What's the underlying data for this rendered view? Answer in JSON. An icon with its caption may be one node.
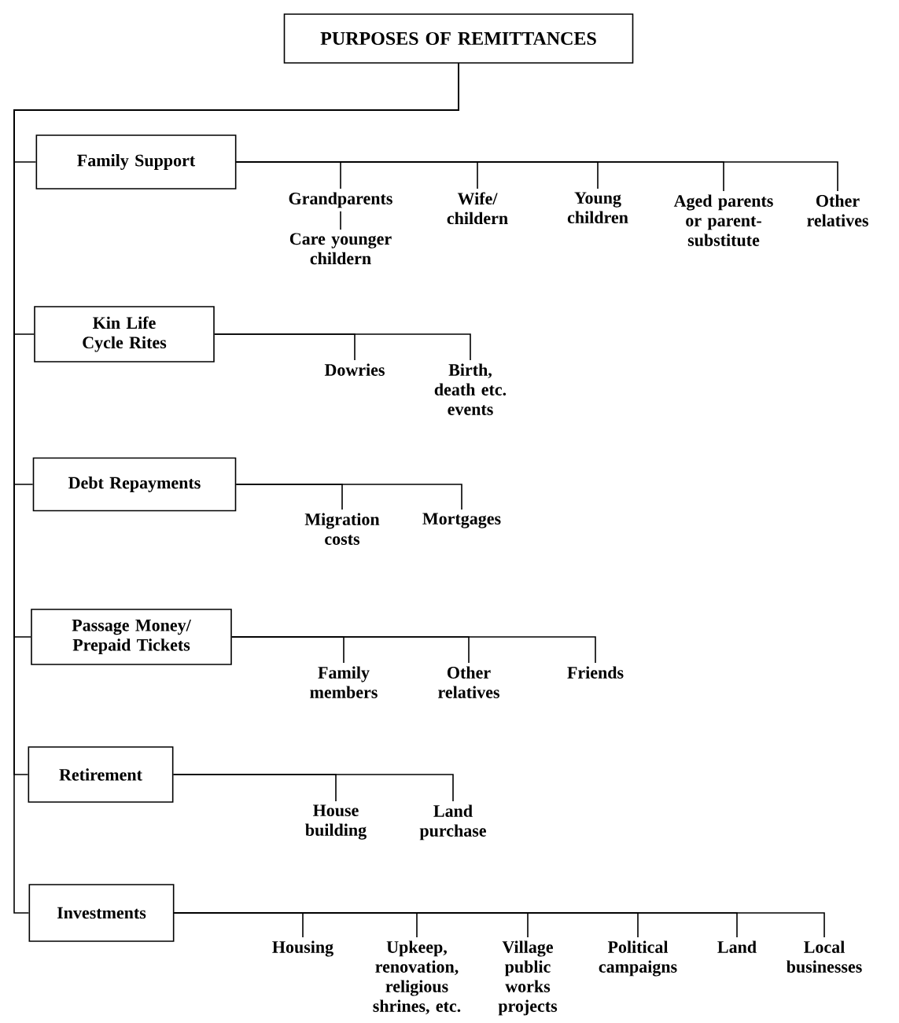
{
  "diagram": {
    "nodes": [
      {
        "text": [
          "PURPOSES OF REMITTANCES"
        ]
      },
      {
        "text": [
          "Family Support"
        ]
      },
      {
        "text": [
          "Grandparents"
        ]
      },
      {
        "text": [
          "Care younger childern"
        ]
      },
      {
        "text": [
          "Wife/ childern"
        ]
      },
      {
        "text": [
          "Young children"
        ]
      },
      {
        "text": [
          "Aged parents or parent-substitute"
        ]
      },
      {
        "text": [
          "Other relatives"
        ]
      },
      {
        "text": [
          "Kin Life Cycle Rites"
        ]
      },
      {
        "text": [
          "Dowries"
        ]
      },
      {
        "text": [
          "Birth, death etc. events"
        ]
      },
      {
        "text": [
          "Debt Repayments"
        ]
      },
      {
        "text": [
          "Migration costs"
        ]
      },
      {
        "text": [
          "Mortgages"
        ]
      },
      {
        "text": [
          "Passage Money/ Prepaid Tickets"
        ]
      },
      {
        "text": [
          "Family members"
        ]
      },
      {
        "text": [
          "Other relatives"
        ]
      },
      {
        "text": [
          "Friends"
        ]
      },
      {
        "text": [
          "Retirement"
        ]
      },
      {
        "text": [
          "House building"
        ]
      },
      {
        "text": [
          "Land purchase"
        ]
      },
      {
        "text": [
          "Investments"
        ]
      },
      {
        "text": [
          "Housing"
        ]
      },
      {
        "text": [
          "Upkeep, renovation, religious shrines, etc."
        ]
      },
      {
        "text": [
          "Village public works projects"
        ]
      },
      {
        "text": [
          "Political campaigns"
        ]
      },
      {
        "text": [
          "Land"
        ]
      },
      {
        "text": [
          "Local businesses"
        ]
      }
    ],
    "edges": [
      {
        "from": 0,
        "to": 1,
        "arrow": "none"
      },
      {
        "from": 0,
        "to": 8,
        "arrow": "none"
      },
      {
        "from": 0,
        "to": 11,
        "arrow": "none"
      },
      {
        "from": 0,
        "to": 14,
        "arrow": "none"
      },
      {
        "from": 0,
        "to": 18,
        "arrow": "none"
      },
      {
        "from": 0,
        "to": 21,
        "arrow": "none"
      },
      {
        "from": 1,
        "to": 2,
        "arrow": "none"
      },
      {
        "from": 2,
        "to": 3,
        "arrow": "none"
      },
      {
        "from": 1,
        "to": 4,
        "arrow": "none"
      },
      {
        "from": 1,
        "to": 5,
        "arrow": "none"
      },
      {
        "from": 1,
        "to": 6,
        "arrow": "none"
      },
      {
        "from": 1,
        "to": 7,
        "arrow": "none"
      },
      {
        "from": 8,
        "to": 9,
        "arrow": "none"
      },
      {
        "from": 8,
        "to": 10,
        "arrow": "none"
      },
      {
        "from": 11,
        "to": 12,
        "arrow": "none"
      },
      {
        "from": 11,
        "to": 13,
        "arrow": "none"
      },
      {
        "from": 14,
        "to": 15,
        "arrow": "none"
      },
      {
        "from": 14,
        "to": 16,
        "arrow": "none"
      },
      {
        "from": 14,
        "to": 17,
        "arrow": "none"
      },
      {
        "from": 18,
        "to": 19,
        "arrow": "none"
      },
      {
        "from": 18,
        "to": 20,
        "arrow": "none"
      },
      {
        "from": 21,
        "to": 22,
        "arrow": "none"
      },
      {
        "from": 21,
        "to": 23,
        "arrow": "none"
      },
      {
        "from": 21,
        "to": 24,
        "arrow": "none"
      },
      {
        "from": 21,
        "to": 25,
        "arrow": "none"
      },
      {
        "from": 21,
        "to": 26,
        "arrow": "none"
      },
      {
        "from": 21,
        "to": 27,
        "arrow": "none"
      }
    ]
  }
}
